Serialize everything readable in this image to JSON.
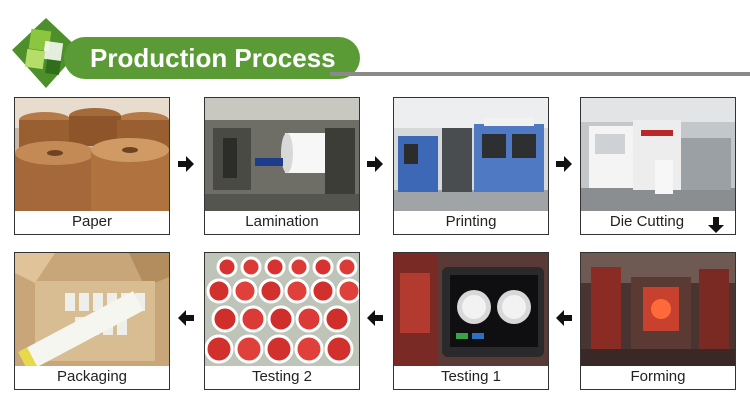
{
  "header": {
    "title": "Production Process",
    "accent_color": "#5a9b35",
    "line_color": "#8a8a8a",
    "logo_icon": "green-leaf-squares-icon"
  },
  "steps": [
    {
      "label": "Paper"
    },
    {
      "label": "Lamination"
    },
    {
      "label": "Printing"
    },
    {
      "label": "Die Cutting"
    },
    {
      "label": "Forming"
    },
    {
      "label": "Testing 1"
    },
    {
      "label": "Testing 2"
    },
    {
      "label": "Packaging"
    }
  ],
  "arrows": {
    "right_icon": "arrow-right-icon",
    "down_icon": "arrow-down-icon",
    "left_icon": "arrow-left-icon"
  }
}
